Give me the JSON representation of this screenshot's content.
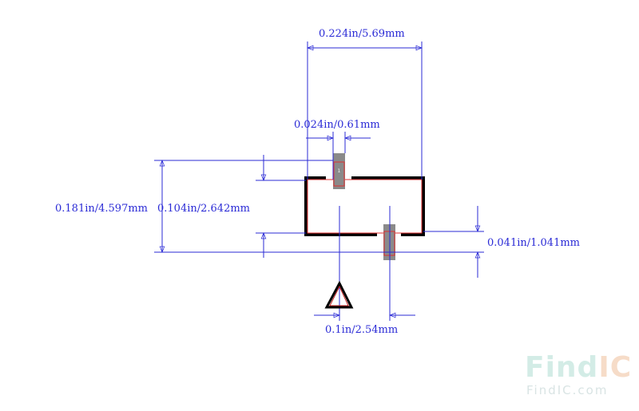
{
  "dimensions": {
    "overall_width": "0.224in/5.69mm",
    "pad_width": "0.024in/0.61mm",
    "overall_height": "0.181in/4.597mm",
    "body_height": "0.104in/2.642mm",
    "pin_offset": "0.041in/1.041mm",
    "pin_pitch": "0.1in/2.54mm"
  },
  "pins": {
    "pin1_label": "1"
  },
  "watermark": {
    "logo_text_part1": "Find",
    "logo_text_part2": "IC",
    "url": "FindIC.com"
  },
  "colors": {
    "dimension_line": "#2b2bd6",
    "outline": "#000000",
    "pad": "#8a8a8a",
    "pad_outline": "#e03030",
    "watermark_find": "#d3ece6",
    "watermark_ic": "#f6dcc8"
  }
}
